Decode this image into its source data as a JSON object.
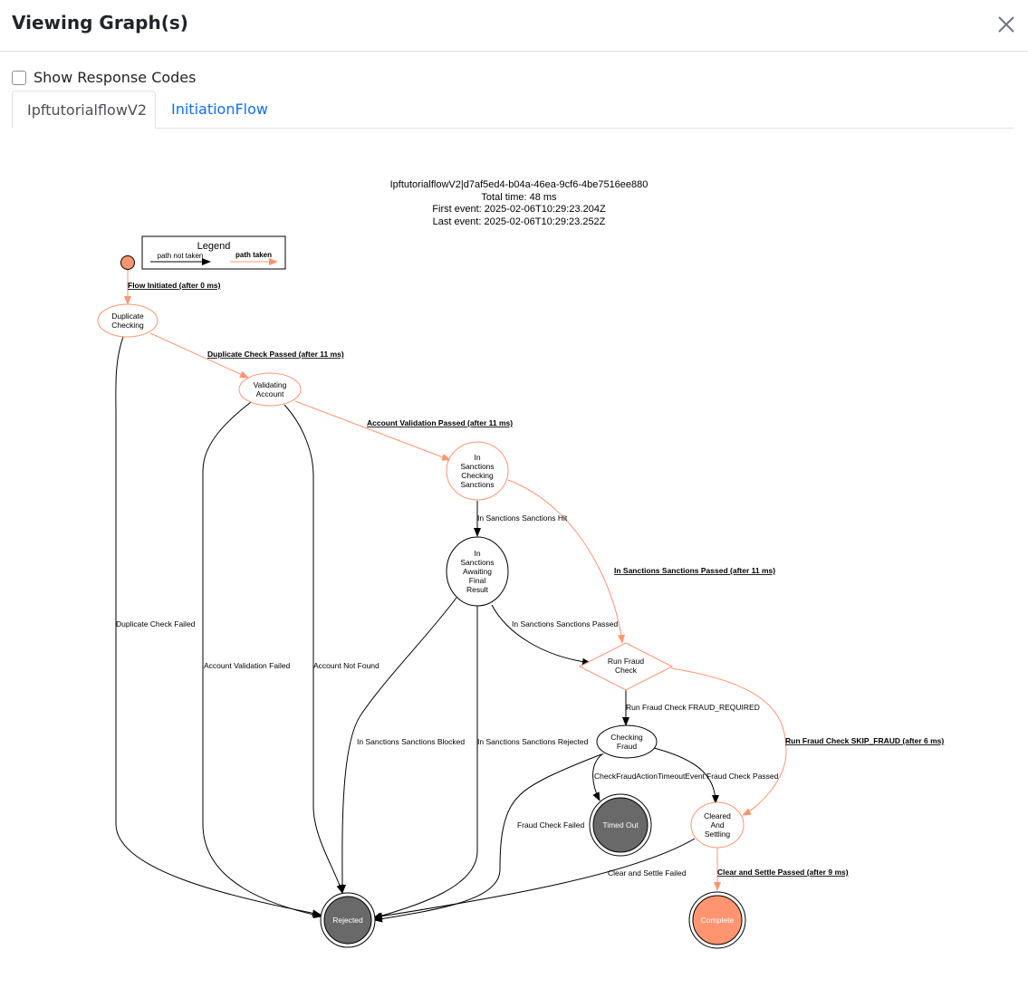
{
  "modal": {
    "title": "Viewing Graph(s)"
  },
  "options": {
    "show_response_codes_label": "Show Response Codes",
    "show_response_codes_checked": false
  },
  "tabs": [
    {
      "label": "IpftutorialflowV2"
    },
    {
      "label": "InitiationFlow"
    }
  ],
  "graph": {
    "header": [
      "IpftutorialflowV2|d7af5ed4-b04a-46ea-9cf6-4be7516ee880",
      "Total time: 48 ms",
      "First event: 2025-02-06T10:29:23.204Z",
      "Last event: 2025-02-06T10:29:23.252Z"
    ],
    "legend": {
      "title": "Legend",
      "not_taken": "path not taken",
      "taken": "path taken"
    },
    "nodes": {
      "dup": [
        "Duplicate",
        "Checking"
      ],
      "val": [
        "Validating",
        "Account"
      ],
      "ins": [
        "In",
        "Sanctions",
        "Checking",
        "Sanctions"
      ],
      "await": [
        "In",
        "Sanctions",
        "Awaiting",
        "Final",
        "Result"
      ],
      "fraud": [
        "Run Fraud",
        "Check"
      ],
      "chk": [
        "Checking",
        "Fraud"
      ],
      "timed": "Timed Out",
      "clear": [
        "Cleared",
        "And",
        "Settling"
      ],
      "rejected": "Rejected",
      "complete": "Complete"
    },
    "edges": {
      "flow_initiated": "Flow Initiated (after 0 ms)",
      "dup_passed": "Duplicate Check Passed (after 11 ms)",
      "dup_failed": "Duplicate Check Failed",
      "acct_passed": "Account Validation Passed (after 11 ms)",
      "acct_failed": "Account Validation Failed",
      "acct_not_found": "Account Not Found",
      "sanc_hit": "In Sanctions Sanctions Hit",
      "sanc_passed_taken": "In Sanctions Sanctions Passed (after 11 ms)",
      "sanc_passed": "In Sanctions Sanctions Passed",
      "sanc_blocked": "In Sanctions Sanctions Blocked",
      "sanc_rejected": "In Sanctions Sanctions Rejected",
      "fraud_required": "Run Fraud Check FRAUD_REQUIRED",
      "fraud_skip": "Run Fraud Check SKIP_FRAUD (after 6 ms)",
      "fraud_timeout": "CheckFraudActionTimeoutEvent",
      "fraud_passed": "Fraud Check Passed",
      "fraud_failed": "Fraud Check Failed",
      "clear_failed": "Clear and Settle Failed",
      "clear_passed": "Clear and Settle Passed (after 9 ms)"
    },
    "colors": {
      "taken": "#ff9470",
      "not_taken": "#000000",
      "terminal_fill": "#696969",
      "complete_fill": "#ff9470"
    }
  }
}
